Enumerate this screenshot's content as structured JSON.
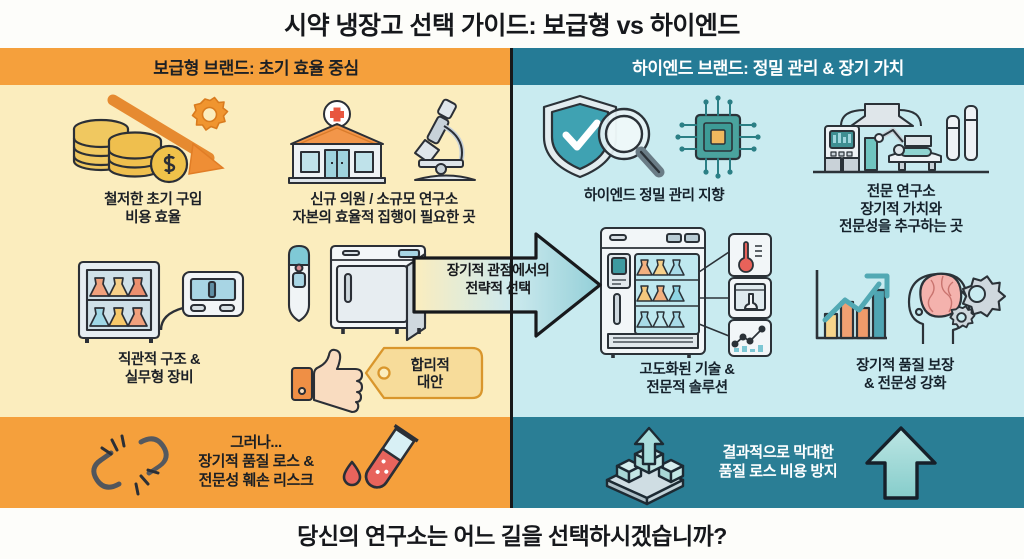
{
  "title": "시약 냉장고 선택 가이드: 보급형 vs 하이엔드",
  "footer": "당신의 연구소는 어느 길을 선택하시겠습니까?",
  "colors": {
    "left_header_bg": "#f5a03c",
    "right_header_bg": "#257b96",
    "left_panel_bg": "#fbedbe",
    "right_panel_bg": "#c9ebf0",
    "left_bottom_bg": "#f5a03c",
    "right_bottom_bg": "#2a7e95",
    "page_bg": "#fdfdfa",
    "divider": "#17181a",
    "arrow_fill_left": "#c7e7ea",
    "arrow_fill_right": "#9fd6dd"
  },
  "left": {
    "header": "보급형 브랜드: 초기 효율 중심",
    "cells": [
      {
        "icon": "coins-down-arrow-gear-icon",
        "caption": "철저한 초기 구입\n비용 효율"
      },
      {
        "icon": "clinic-microscope-icon",
        "caption": "신규 의원 / 소규모 연구소\n자본의 효율적 집행이 필요한 곳"
      },
      {
        "icon": "mini-fridge-controller-icon",
        "caption": "직관적 구조 &\n실무형 장비"
      },
      {
        "icon": "thermometer-cabinet-icon",
        "caption": ""
      }
    ],
    "tag": "합리적\n대안",
    "bottom": {
      "icon_left": "broken-chain-icon",
      "text": "그러나...\n장기적 품질 로스 &\n전문성 훼손 리스크",
      "icon_right": "blood-test-tube-icon"
    }
  },
  "right": {
    "header": "하이엔드 브랜드: 정밀 관리 & 장기 가치",
    "cells": [
      {
        "icon": "shield-check-magnifier-chip-icon",
        "caption": "하이엔드 정밀 관리 지향"
      },
      {
        "icon": "lab-automation-icon",
        "caption": "전문 연구소\n장기적 가치와\n전문성을 추구하는 곳"
      },
      {
        "icon": "smart-lab-fridge-icon",
        "caption": "고도화된 기술 &\n전문적 솔루션"
      },
      {
        "icon": "growth-chart-brain-gear-icon",
        "caption": "장기적 품질 보장\n& 전문성 강화"
      }
    ],
    "bottom": {
      "icon_left": "blocks-up-arrow-icon",
      "text": "결과적으로 막대한\n품질 로스 비용 방지",
      "icon_right": "up-arrow-icon"
    }
  },
  "center_arrow": {
    "label": "장기적 관점에서의\n전략적 선택",
    "direction": "right"
  }
}
